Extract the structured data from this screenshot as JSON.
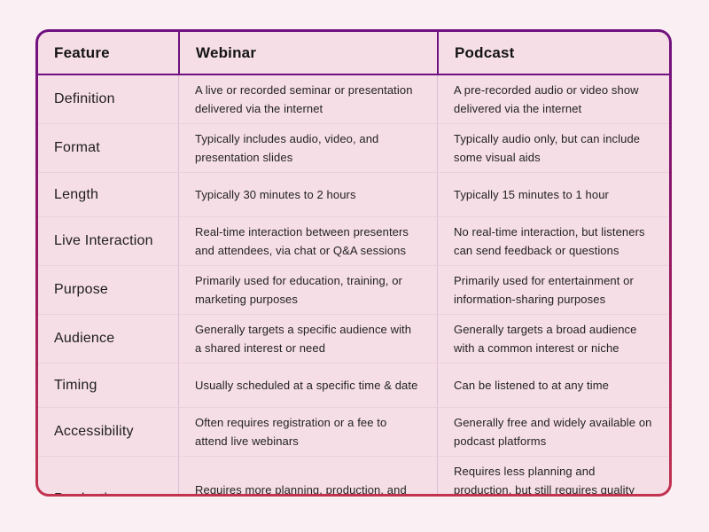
{
  "theme": {
    "page_bg": "#faf0f3",
    "cell_bg": "#f6dee6",
    "border_gradient_top": "#6f1180",
    "border_gradient_mid": "#9a1a5e",
    "border_gradient_bottom": "#c23350",
    "header_line_color": "#6f1180",
    "row_line_color": "#ecd0dc",
    "col_line_color": "#dcbed6"
  },
  "table": {
    "columns": [
      {
        "label": "Feature"
      },
      {
        "label": "Webinar"
      },
      {
        "label": "Podcast"
      }
    ],
    "rows": [
      {
        "feature": "Definition",
        "webinar": "A live or recorded seminar or presentation delivered via the internet",
        "podcast": "A pre-recorded audio or video show delivered via the internet"
      },
      {
        "feature": "Format",
        "webinar": "Typically includes audio, video, and presentation slides",
        "podcast": "Typically audio only, but can include some visual aids"
      },
      {
        "feature": "Length",
        "webinar": "Typically 30 minutes to 2 hours",
        "podcast": "Typically 15 minutes to 1 hour"
      },
      {
        "feature": "Live Interaction",
        "webinar": "Real-time interaction between presenters and attendees, via chat or Q&A sessions",
        "podcast": "No real-time interaction, but listeners can send feedback or questions"
      },
      {
        "feature": "Purpose",
        "webinar": "Primarily used for education, training, or marketing purposes",
        "podcast": "Primarily used for entertainment or information-sharing purposes"
      },
      {
        "feature": "Audience",
        "webinar": "Generally targets a specific audience with a shared interest or need",
        "podcast": "Generally targets a broad audience with a common interest or niche"
      },
      {
        "feature": "Timing",
        "webinar": "Usually scheduled at a specific time & date",
        "podcast": "Can be listened to at any time"
      },
      {
        "feature": "Accessibility",
        "webinar": "Often requires registration or a fee to attend live webinars",
        "podcast": "Generally free and widely available on podcast platforms"
      },
      {
        "feature": "Production",
        "webinar": "Requires more planning, production, and technical support to produce",
        "podcast": "Requires less planning and production, but still requires quality recording equipment and editing software"
      }
    ]
  }
}
